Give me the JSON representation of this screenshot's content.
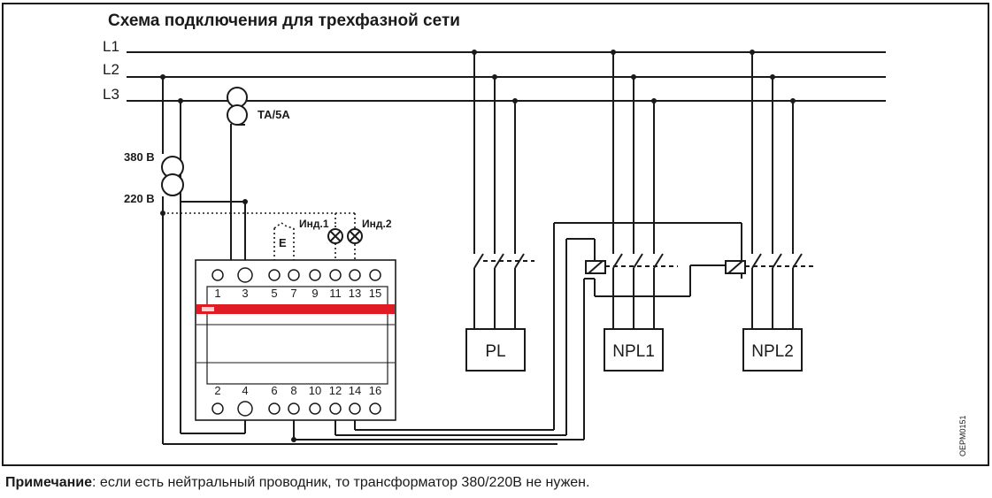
{
  "diagram": {
    "title": "Схема подключения для трехфазной сети",
    "phase_labels": [
      "L1",
      "L2",
      "L3"
    ],
    "transformer_label": "ТА/5А",
    "voltage_high": "380 В",
    "voltage_low": "220 В",
    "e_label": "Е",
    "indicator_labels": [
      "Инд.1",
      "Инд.2"
    ],
    "top_terminals": [
      "1",
      "3",
      "5",
      "7",
      "9",
      "11",
      "13",
      "15"
    ],
    "bottom_terminals": [
      "2",
      "4",
      "6",
      "8",
      "10",
      "12",
      "14",
      "16"
    ],
    "loads": [
      "PL",
      "NPL1",
      "NPL2"
    ],
    "doc_code": "OEPM0151",
    "colors": {
      "line": "#1a1a1a",
      "relay_stripe": "#e01b24",
      "background": "#ffffff"
    }
  },
  "note": {
    "label": "Примечание",
    "text": ": если есть нейтральный проводник, то трансформатор 380/220В не нужен."
  }
}
